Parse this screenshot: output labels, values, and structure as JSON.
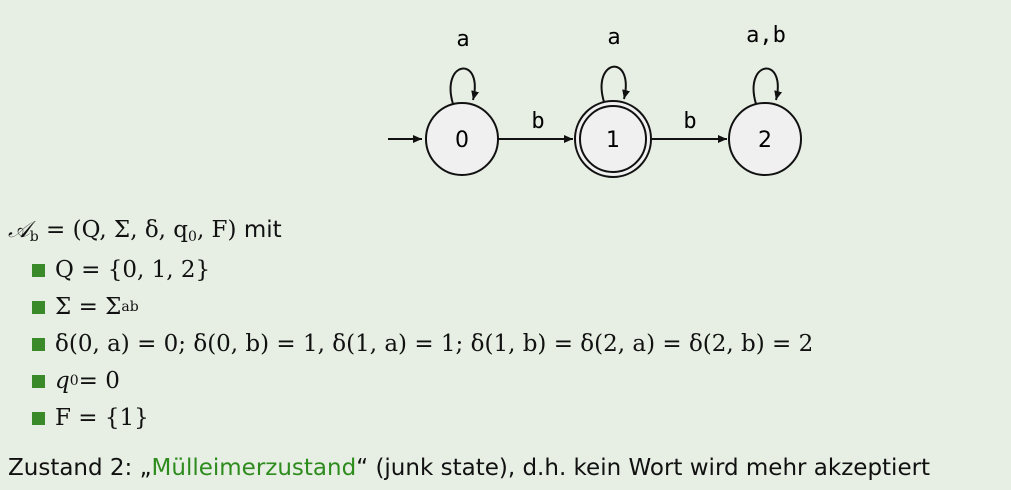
{
  "automaton": {
    "states": [
      {
        "id": "s0",
        "label": "0",
        "initial": true,
        "accepting": false
      },
      {
        "id": "s1",
        "label": "1",
        "initial": false,
        "accepting": true
      },
      {
        "id": "s2",
        "label": "2",
        "initial": false,
        "accepting": false
      }
    ],
    "transitions": [
      {
        "from": "0",
        "to": "0",
        "label": "a"
      },
      {
        "from": "0",
        "to": "1",
        "label": "b"
      },
      {
        "from": "1",
        "to": "1",
        "label": "a"
      },
      {
        "from": "1",
        "to": "2",
        "label": "b"
      },
      {
        "from": "2",
        "to": "2",
        "label": "a,b"
      }
    ]
  },
  "definition": {
    "lhs": "𝒜",
    "lhs_sub": "b",
    "tuple": "= (Q, Σ, δ, q",
    "tuple_sub": "0",
    "tuple_end": ", F)",
    "word": "mit"
  },
  "items": {
    "q": "Q = {0, 1, 2}",
    "sigma": "Σ = Σ",
    "sigma_sub": "ab",
    "delta": "δ(0, a) = 0; δ(0, b) = 1, δ(1, a) = 1; δ(1, b) = δ(2, a) = δ(2, b) = 2",
    "q0": "q",
    "q0_sub": "0",
    "q0_rest": " = 0",
    "f": "F = {1}"
  },
  "note": {
    "prefix": "Zustand 2: „",
    "highlight": "Mülleimerzustand",
    "suffix": "“ (junk state), d.h. kein Wort wird mehr akzeptiert"
  },
  "colors": {
    "background": "#e7efe4",
    "state_fill": "#f0f0f0",
    "bullet": "#3a8a2a",
    "highlight": "#2e8b1e"
  }
}
